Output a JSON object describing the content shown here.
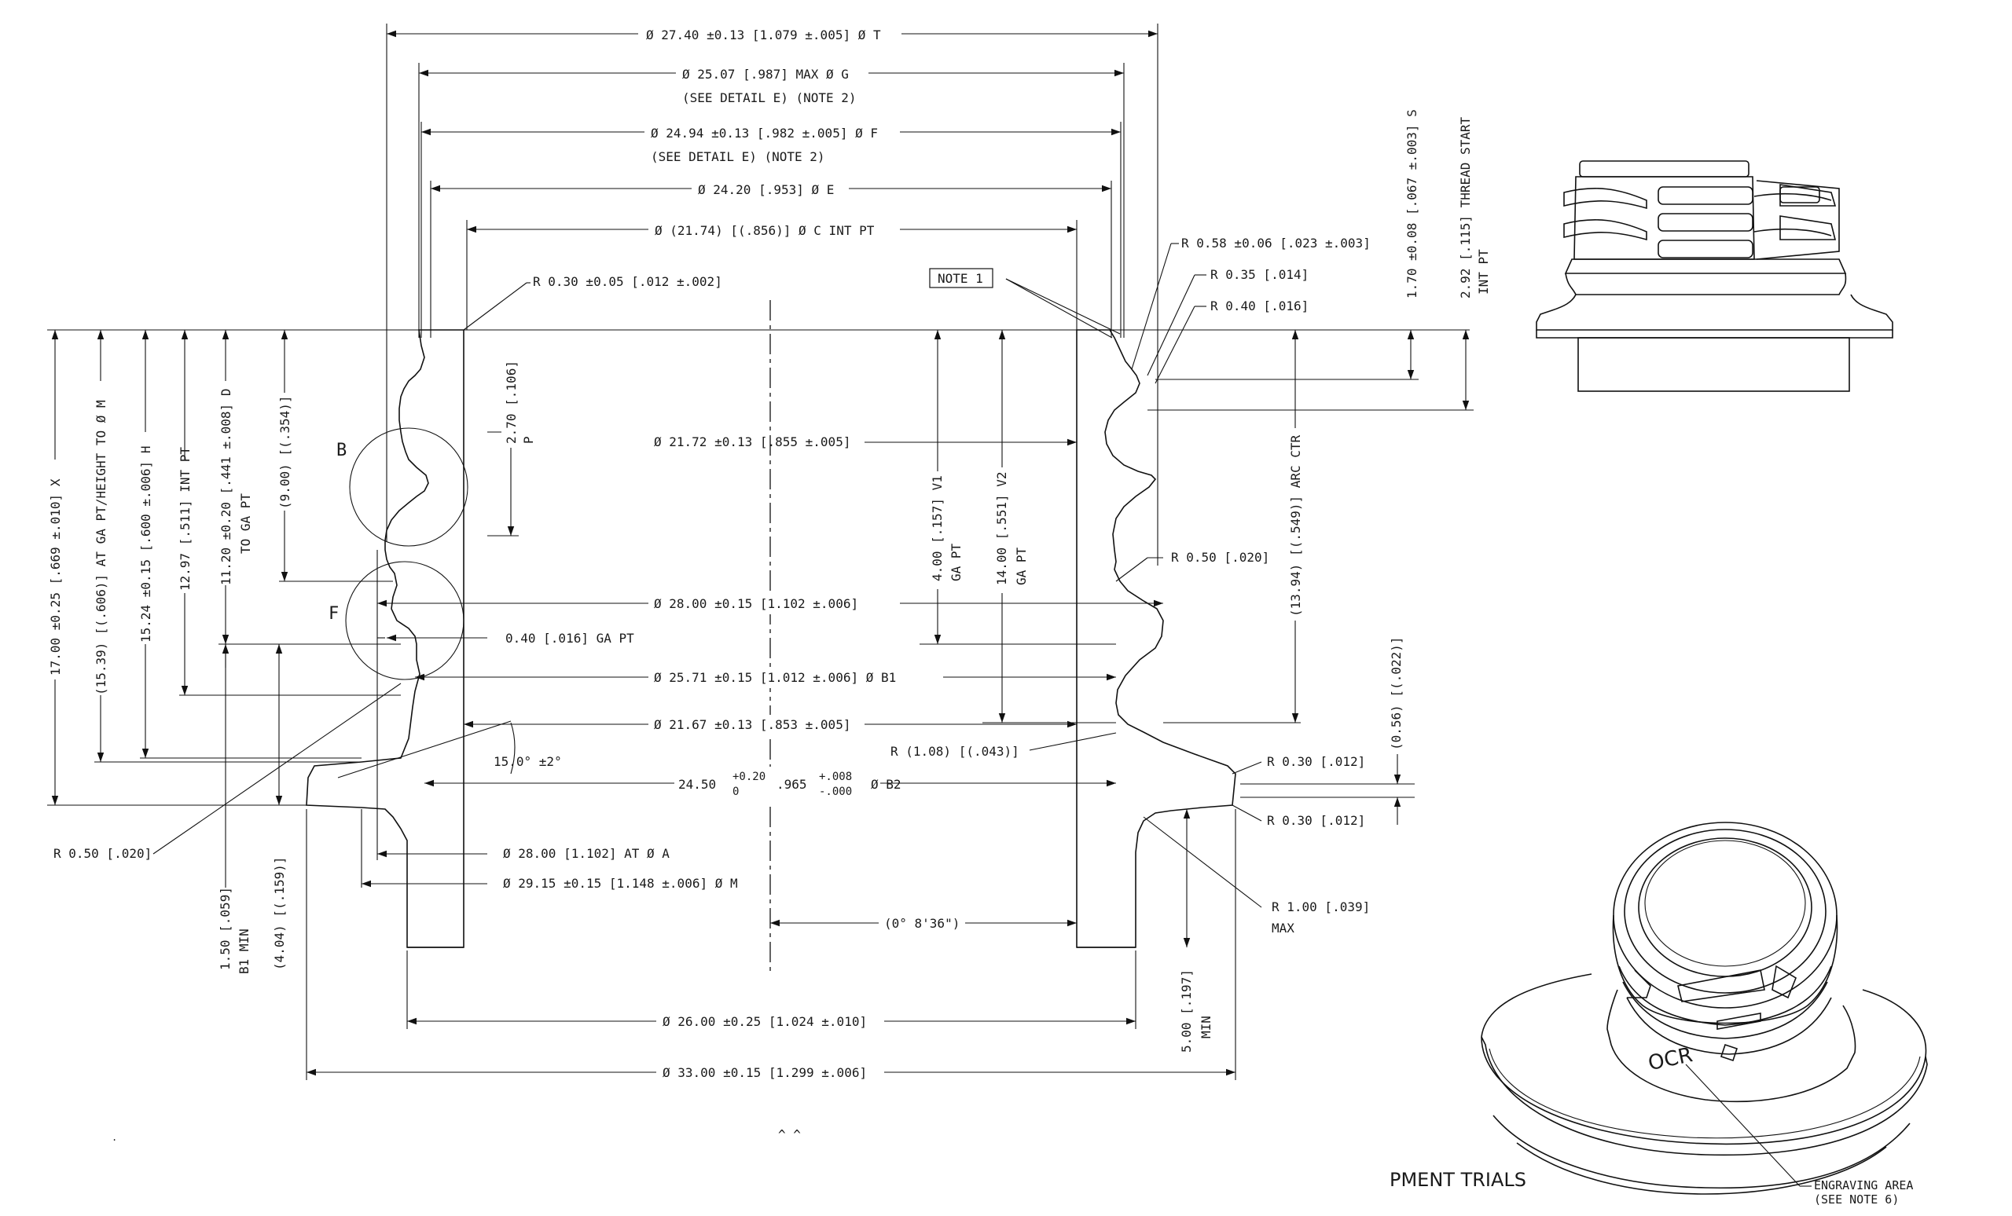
{
  "dims": {
    "t": "Ø  27.40 ±0.13 [1.079 ±.005] Ø T",
    "g": "Ø  25.07 [.987] MAX  Ø G",
    "g_note": "(SEE DETAIL E) (NOTE 2)",
    "f": "Ø  24.94 ±0.13 [.982 ±.005] Ø F",
    "f_note": "(SEE DETAIL E) (NOTE 2)",
    "e": "Ø  24.20 [.953]  Ø E",
    "c": "Ø  (21.74) [(.856)]  Ø C INT PT",
    "r030": "R 0.30 ±0.05 [.012 ±.002]",
    "note1": "NOTE 1",
    "r058": "R 0.58 ±0.06 [.023 ±.003]",
    "r035": "R 0.35 [.014]",
    "r040": "R 0.40 [.016]",
    "s": "1.70 ±0.08 [.067 ±.003] S",
    "thread_start": "2.92 [.115] THREAD START",
    "thread_int": "INT PT",
    "x": "17.00 ±0.25 [.669 ±.010] X",
    "m_height": "(15.39) [(.606)] AT GA PT/HEIGHT TO Ø M",
    "h": "15.24 ±0.15 [.600 ±.006] H",
    "int_pt": "12.97 [.511] INT PT",
    "d": "11.20 ±0.20 [.441 ±.008] D",
    "d_sub": "TO GA PT",
    "p354": "(9.00) [(.354)]",
    "p": "2.70 [.106]",
    "p_sub": "P",
    "detail_b": "B",
    "detail_f": "F",
    "d2172": "Ø  21.72 ±0.13 [.855 ±.005]",
    "v1": "4.00 [.157] V1",
    "v1_sub": "GA PT",
    "v2": "14.00 [.551] V2",
    "v2_sub": "GA PT",
    "arc_ctr": "(13.94) [(.549)] ARC CTR",
    "r050_right": "R 0.50 [.020]",
    "d2800": "Ø  28.00 ±0.15 [1.102 ±.006]",
    "ga040": "0.40 [.016] GA PT",
    "b1": "Ø  25.71 ±0.15 [1.012 ±.006]  Ø B1",
    "d2167": "Ø  21.67 ±0.13 [.853 ±.005]",
    "r108": "R (1.08) [(.043)]",
    "angle": "15.0°  ±2°",
    "b2": "24.50",
    "b2_tol_top": "+0.20",
    "b2_tol_bottom": "0",
    "b2_in": ".965",
    "b2_in_tol_top": "+.008",
    "b2_in_tol_bottom": "-.000",
    "b2_name": "Ø B2",
    "d056": "(0.56) [(.022)]",
    "r030a": "R 0.30 [.012]",
    "r030b": "R 0.30 [.012]",
    "r050_left": "R 0.50 [.020]",
    "a_dia": "Ø  28.00 [1.102] AT  Ø A",
    "m_dia": "Ø  29.15 ±0.15 [1.148 ±.006]  Ø M",
    "b1_min": "1.50 [.059]",
    "b1_min_sub": "B1 MIN",
    "p159": "(4.04) [(.159)]",
    "taper": "(0° 8'36\")",
    "r100": "R 1.00 [.039]",
    "r100_sub": "MAX",
    "min5": "5.00 [.197]",
    "min5_sub": "MIN",
    "d26": "Ø  26.00 ±0.25 [1.024 ±.010]",
    "d33": "Ø  33.00 ±0.15 [1.299 ±.006]"
  },
  "views": {
    "caret_marks": "^    ^",
    "engraving_text": "OCR",
    "engraving": "ENGRAVING AREA",
    "engraving_note": "(SEE NOTE 6)",
    "trials": "PMENT TRIALS"
  },
  "colors": {
    "ink": "#111111",
    "paper": "#ffffff"
  }
}
